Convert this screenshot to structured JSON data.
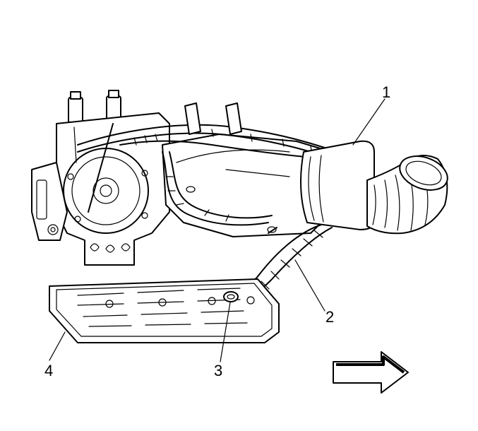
{
  "callouts": [
    {
      "id": "1",
      "text": "1"
    },
    {
      "id": "2",
      "text": "2"
    },
    {
      "id": "3",
      "text": "3"
    },
    {
      "id": "4",
      "text": "4"
    }
  ],
  "colors": {
    "line": "#000000",
    "background": "#ffffff"
  },
  "icons": {
    "direction_arrow": "arrow-right-icon"
  }
}
